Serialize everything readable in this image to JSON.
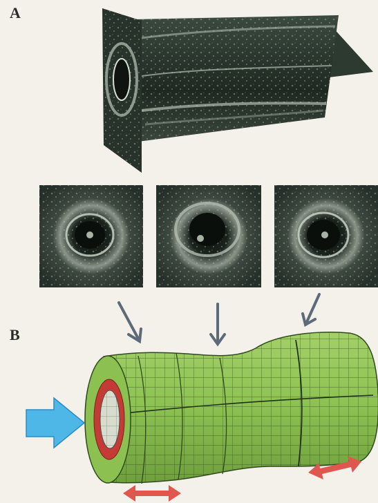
{
  "figure": {
    "panels": [
      {
        "id": "A",
        "label": "A"
      },
      {
        "id": "B",
        "label": "B"
      }
    ],
    "ivus_frames": [
      {
        "name": "ivus-frame-left"
      },
      {
        "name": "ivus-frame-middle"
      },
      {
        "name": "ivus-frame-right"
      }
    ],
    "colors": {
      "background": "#f4f1ea",
      "mesh_green": "#8cc152",
      "mesh_line": "#2f4a1c",
      "wall_red": "#c43b36",
      "inflow_arrow_blue": "#4fb6e8",
      "motion_arrow_red": "#e0574f",
      "pointer_arrow": "#5d6a7a",
      "ultrasound_dark": "#1f2a22"
    }
  }
}
